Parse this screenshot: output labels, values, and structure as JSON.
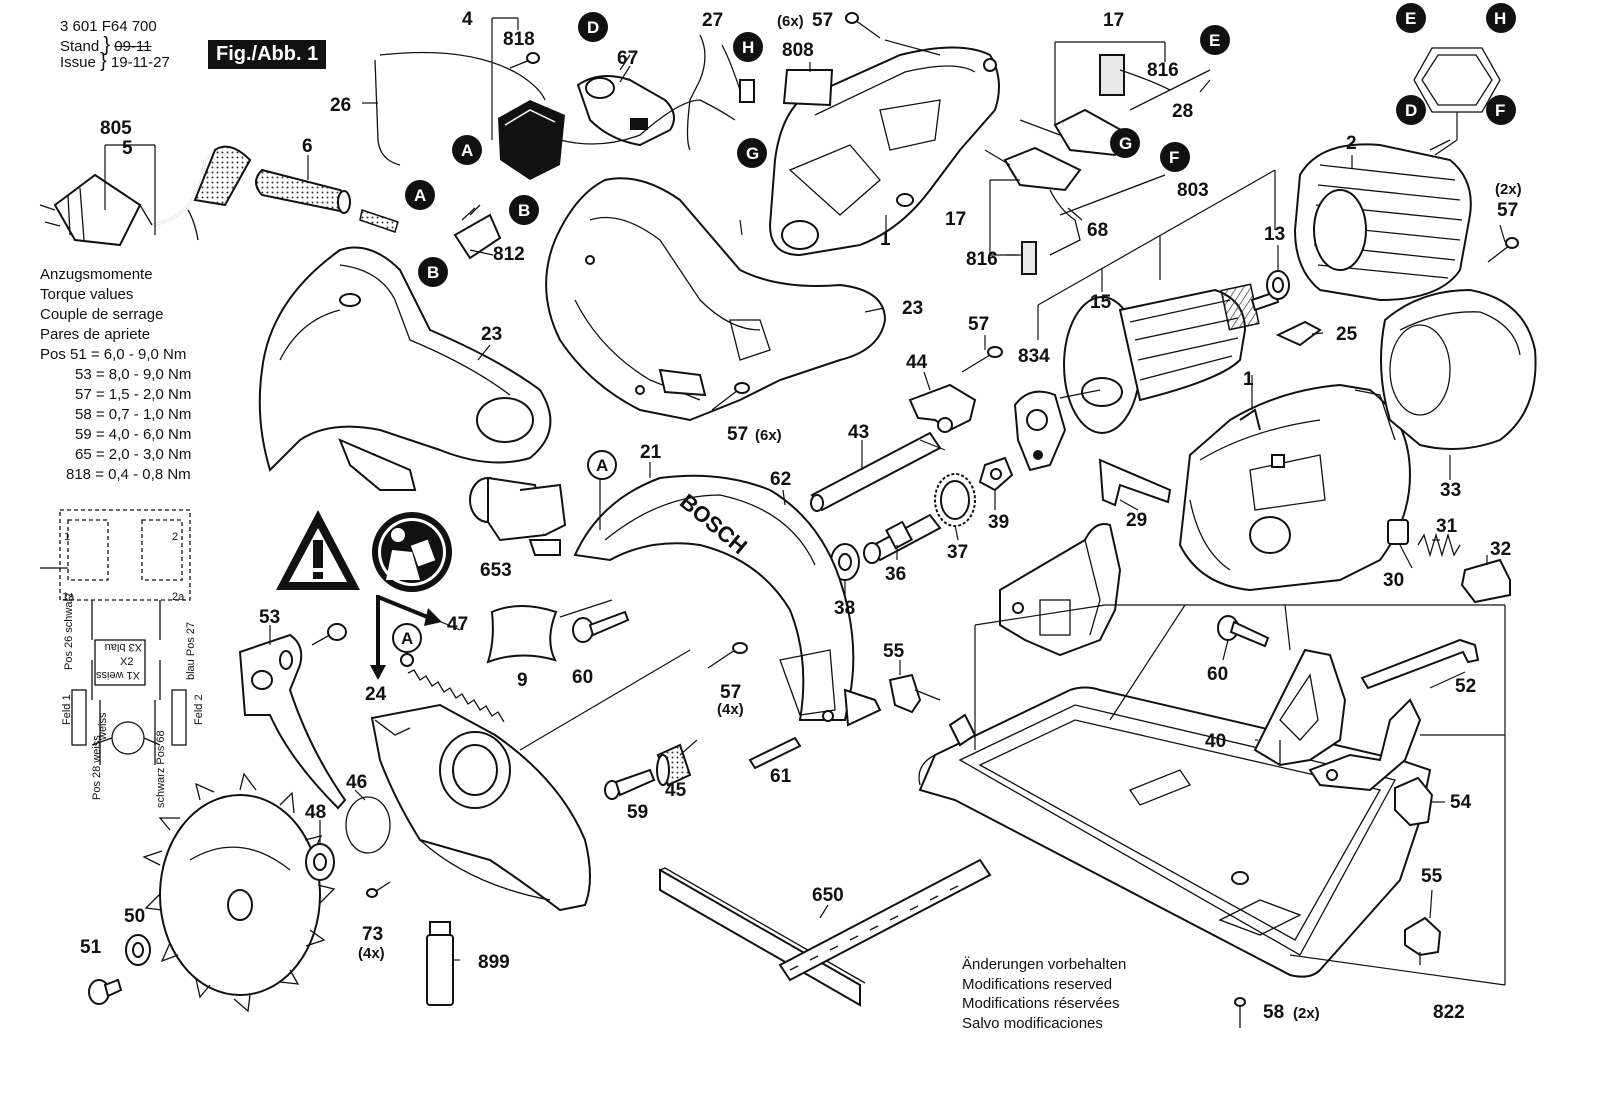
{
  "header": {
    "doc_number": "3 601 F64 700",
    "stand_label": "Stand",
    "stand_value": "09-11",
    "issue_label": "Issue",
    "issue_value": "19-11-27",
    "fig_label": "Fig./Abb. 1"
  },
  "torque": {
    "heading_de": "Anzugsmomente",
    "heading_en": "Torque values",
    "heading_fr": "Couple de serrage",
    "heading_es": "Pares de apriete",
    "rows": [
      "Pos  51 = 6,0 - 9,0 Nm",
      "53 = 8,0 - 9,0 Nm",
      "57 = 1,5 - 2,0 Nm",
      "58 = 0,7 - 1,0 Nm",
      "59 = 4,0 - 6,0 Nm",
      "65 = 2,0 - 3,0 Nm",
      "818 = 0,4 - 0,8 Nm"
    ]
  },
  "wiring": {
    "labels": [
      "Pos 26 schwarz",
      "X3 blau",
      "X2",
      "X1 weiss",
      "blau Pos 27",
      "Feld 1",
      "Feld 2",
      "weiss",
      "Pos 28 weiss",
      "schwarz Pos 68",
      "1a",
      "2a",
      "1",
      "2"
    ]
  },
  "callouts": [
    "A",
    "B",
    "D",
    "E",
    "F",
    "G",
    "H"
  ],
  "parts": {
    "p1": "1",
    "p1b": "1",
    "p2": "2",
    "p4": "4",
    "p5": "5",
    "p6": "6",
    "p9": "9",
    "p13": "13",
    "p15": "15",
    "p17": "17",
    "p17b": "17",
    "p21": "21",
    "p23": "23",
    "p23b": "23",
    "p24": "24",
    "p25": "25",
    "p26": "26",
    "p27": "27",
    "p28": "28",
    "p29": "29",
    "p30": "30",
    "p31": "31",
    "p32": "32",
    "p33": "33",
    "p36": "36",
    "p37": "37",
    "p38": "38",
    "p39": "39",
    "p40": "40",
    "p43": "43",
    "p44": "44",
    "p45": "45",
    "p46": "46",
    "p47": "47",
    "p48": "48",
    "p50": "50",
    "p51": "51",
    "p52": "52",
    "p53": "53",
    "p54": "54",
    "p55": "55",
    "p55b": "55",
    "p57": "57",
    "p57b": "57",
    "p57c": "57",
    "p57d": "57",
    "p57e": "57",
    "p58": "58",
    "p59": "59",
    "p60": "60",
    "p60b": "60",
    "p61": "61",
    "p62": "62",
    "p67": "67",
    "p68": "68",
    "p73": "73",
    "p650": "650",
    "p653": "653",
    "p803": "803",
    "p805": "805",
    "p808": "808",
    "p812": "812",
    "p816": "816",
    "p816b": "816",
    "p818": "818",
    "p822": "822",
    "p834": "834",
    "p899": "899"
  },
  "quantities": {
    "q57_top": "(6x)",
    "q57_mid": "(6x)",
    "q57_right": "(2x)",
    "q57_guard": "(4x)",
    "q73": "(4x)",
    "q58": "(2x)"
  },
  "brand": "BOSCH",
  "notes": [
    "Änderungen vorbehalten",
    "Modifications reserved",
    "Modifications réservées",
    "Salvo modificaciones"
  ]
}
